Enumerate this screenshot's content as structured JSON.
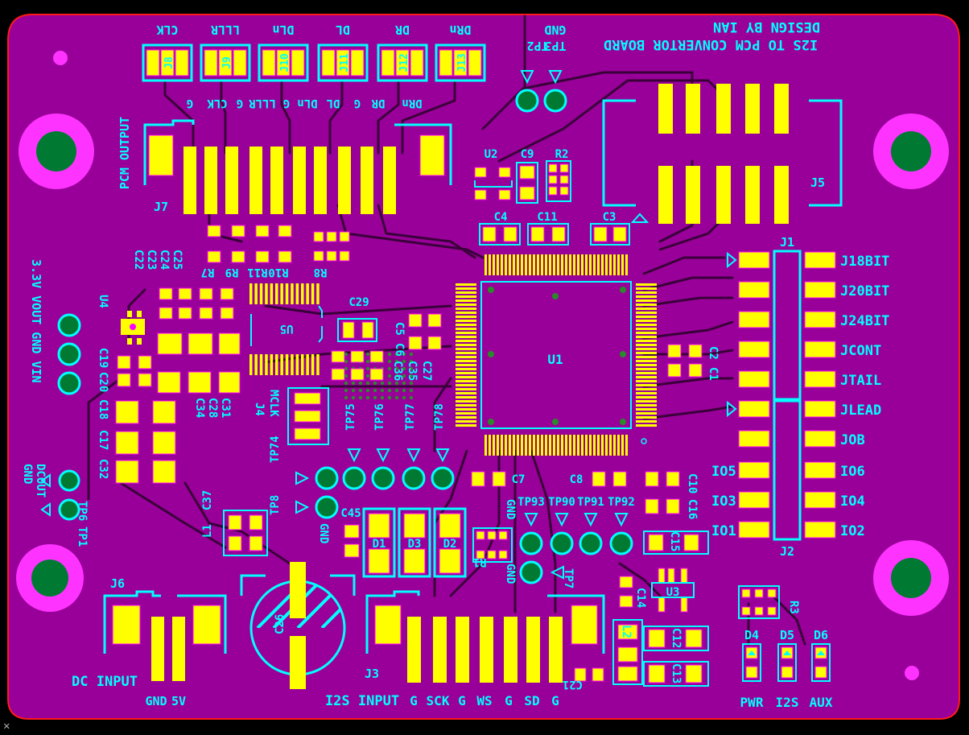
{
  "board": {
    "title_line1": "I2S TO PCM CONVERTOR BOARD",
    "title_line2": "DESIGN BY IAN",
    "colors": {
      "board": "#990099",
      "outline": "#ff1a1a",
      "silkscreen": "#00ffff",
      "pad": "#ffff00",
      "via": "#2a8a2a",
      "mount": "#ff33ff"
    }
  },
  "top_header_labels": [
    "CLK",
    "LLLR",
    "DLn",
    "DL",
    "DR",
    "DRn"
  ],
  "top_connectors": [
    "J8",
    "J9",
    "J10",
    "J11",
    "J12",
    "J13"
  ],
  "testpoints_top": {
    "tp2": "TP2",
    "tp3": "TP3",
    "gnd": "GND"
  },
  "pcm_output": {
    "label": "PCM OUTPUT",
    "ref": "J7",
    "pin_labels": [
      "G",
      "CLK",
      "G",
      "LLLR",
      "G",
      "DLn",
      "DL",
      "G",
      "DR",
      "DRn"
    ]
  },
  "refs": {
    "u1": "U1",
    "u2": "U2",
    "u3": "U3",
    "u4": "U4",
    "u5": "U5",
    "c9": "C9",
    "r2": "R2",
    "c4": "C4",
    "c11": "C11",
    "c3": "C3",
    "j5": "J5",
    "j1": "J1",
    "j2": "J2",
    "j3": "J3",
    "j4": "J4",
    "j6": "J6",
    "c29": "C29",
    "c2": "C2",
    "c1": "C1",
    "c7": "C7",
    "c8": "C8",
    "c10": "C10",
    "c16": "C16",
    "c15": "C15",
    "c14": "C14",
    "c12": "C12",
    "c13": "C13",
    "c21": "C21",
    "l2": "L2",
    "l1": "L1",
    "c37": "C37",
    "c26": "C26",
    "c45": "C45",
    "d1": "D1",
    "d2": "D2",
    "d3": "D3",
    "r1": "R1",
    "r3": "R3",
    "r8": "R8",
    "c22_25": [
      "C22",
      "C23",
      "C24",
      "C25"
    ],
    "r7_11": [
      "R7",
      "R9",
      "R11",
      "R10"
    ],
    "c4_28_31": [
      "C34",
      "C28",
      "C31"
    ],
    "c5_6": [
      "C5",
      "C6"
    ],
    "c36_27": [
      "C36",
      "C35",
      "C27"
    ],
    "c19_20": [
      "C19",
      "C20"
    ],
    "c18_17_32": [
      "C18",
      "C17",
      "C32"
    ],
    "mclk": "MCLK"
  },
  "jumpers_right": {
    "left_col": [
      "IO5",
      "IO3",
      "IO1"
    ],
    "right_col": [
      "J18BIT",
      "J20BIT",
      "J24BIT",
      "JCONT",
      "JTAIL",
      "JLEAD",
      "JOB",
      "IO6",
      "IO4",
      "IO2"
    ]
  },
  "testpoints_mid": [
    "TP75",
    "TP76",
    "TP77",
    "TP78"
  ],
  "testpoints_bottom": [
    "TP93",
    "TP90",
    "TP91",
    "TP92"
  ],
  "tp_misc": {
    "tp74": "TP74",
    "tp8": "TP8",
    "tp7": "TP7",
    "gnd_a": "GND",
    "gnd_b": "GND",
    "gnd_c": "GND"
  },
  "left_power": {
    "vout": "3.3V VOUT GND VIN",
    "dcout_gnd": "GND",
    "dcout": "DCOUT",
    "tp1": "TP1",
    "tp6": "TP6"
  },
  "dc_input": {
    "label": "DC INPUT",
    "pins": [
      "GND",
      "5V"
    ]
  },
  "i2s_input": {
    "label": "I2S INPUT",
    "pins": [
      "G",
      "SCK",
      "G",
      "WS",
      "G",
      "SD",
      "G"
    ]
  },
  "leds": {
    "refs": [
      "D4",
      "D5",
      "D6"
    ],
    "labels": [
      "PWR",
      "I2S",
      "AUX"
    ]
  }
}
